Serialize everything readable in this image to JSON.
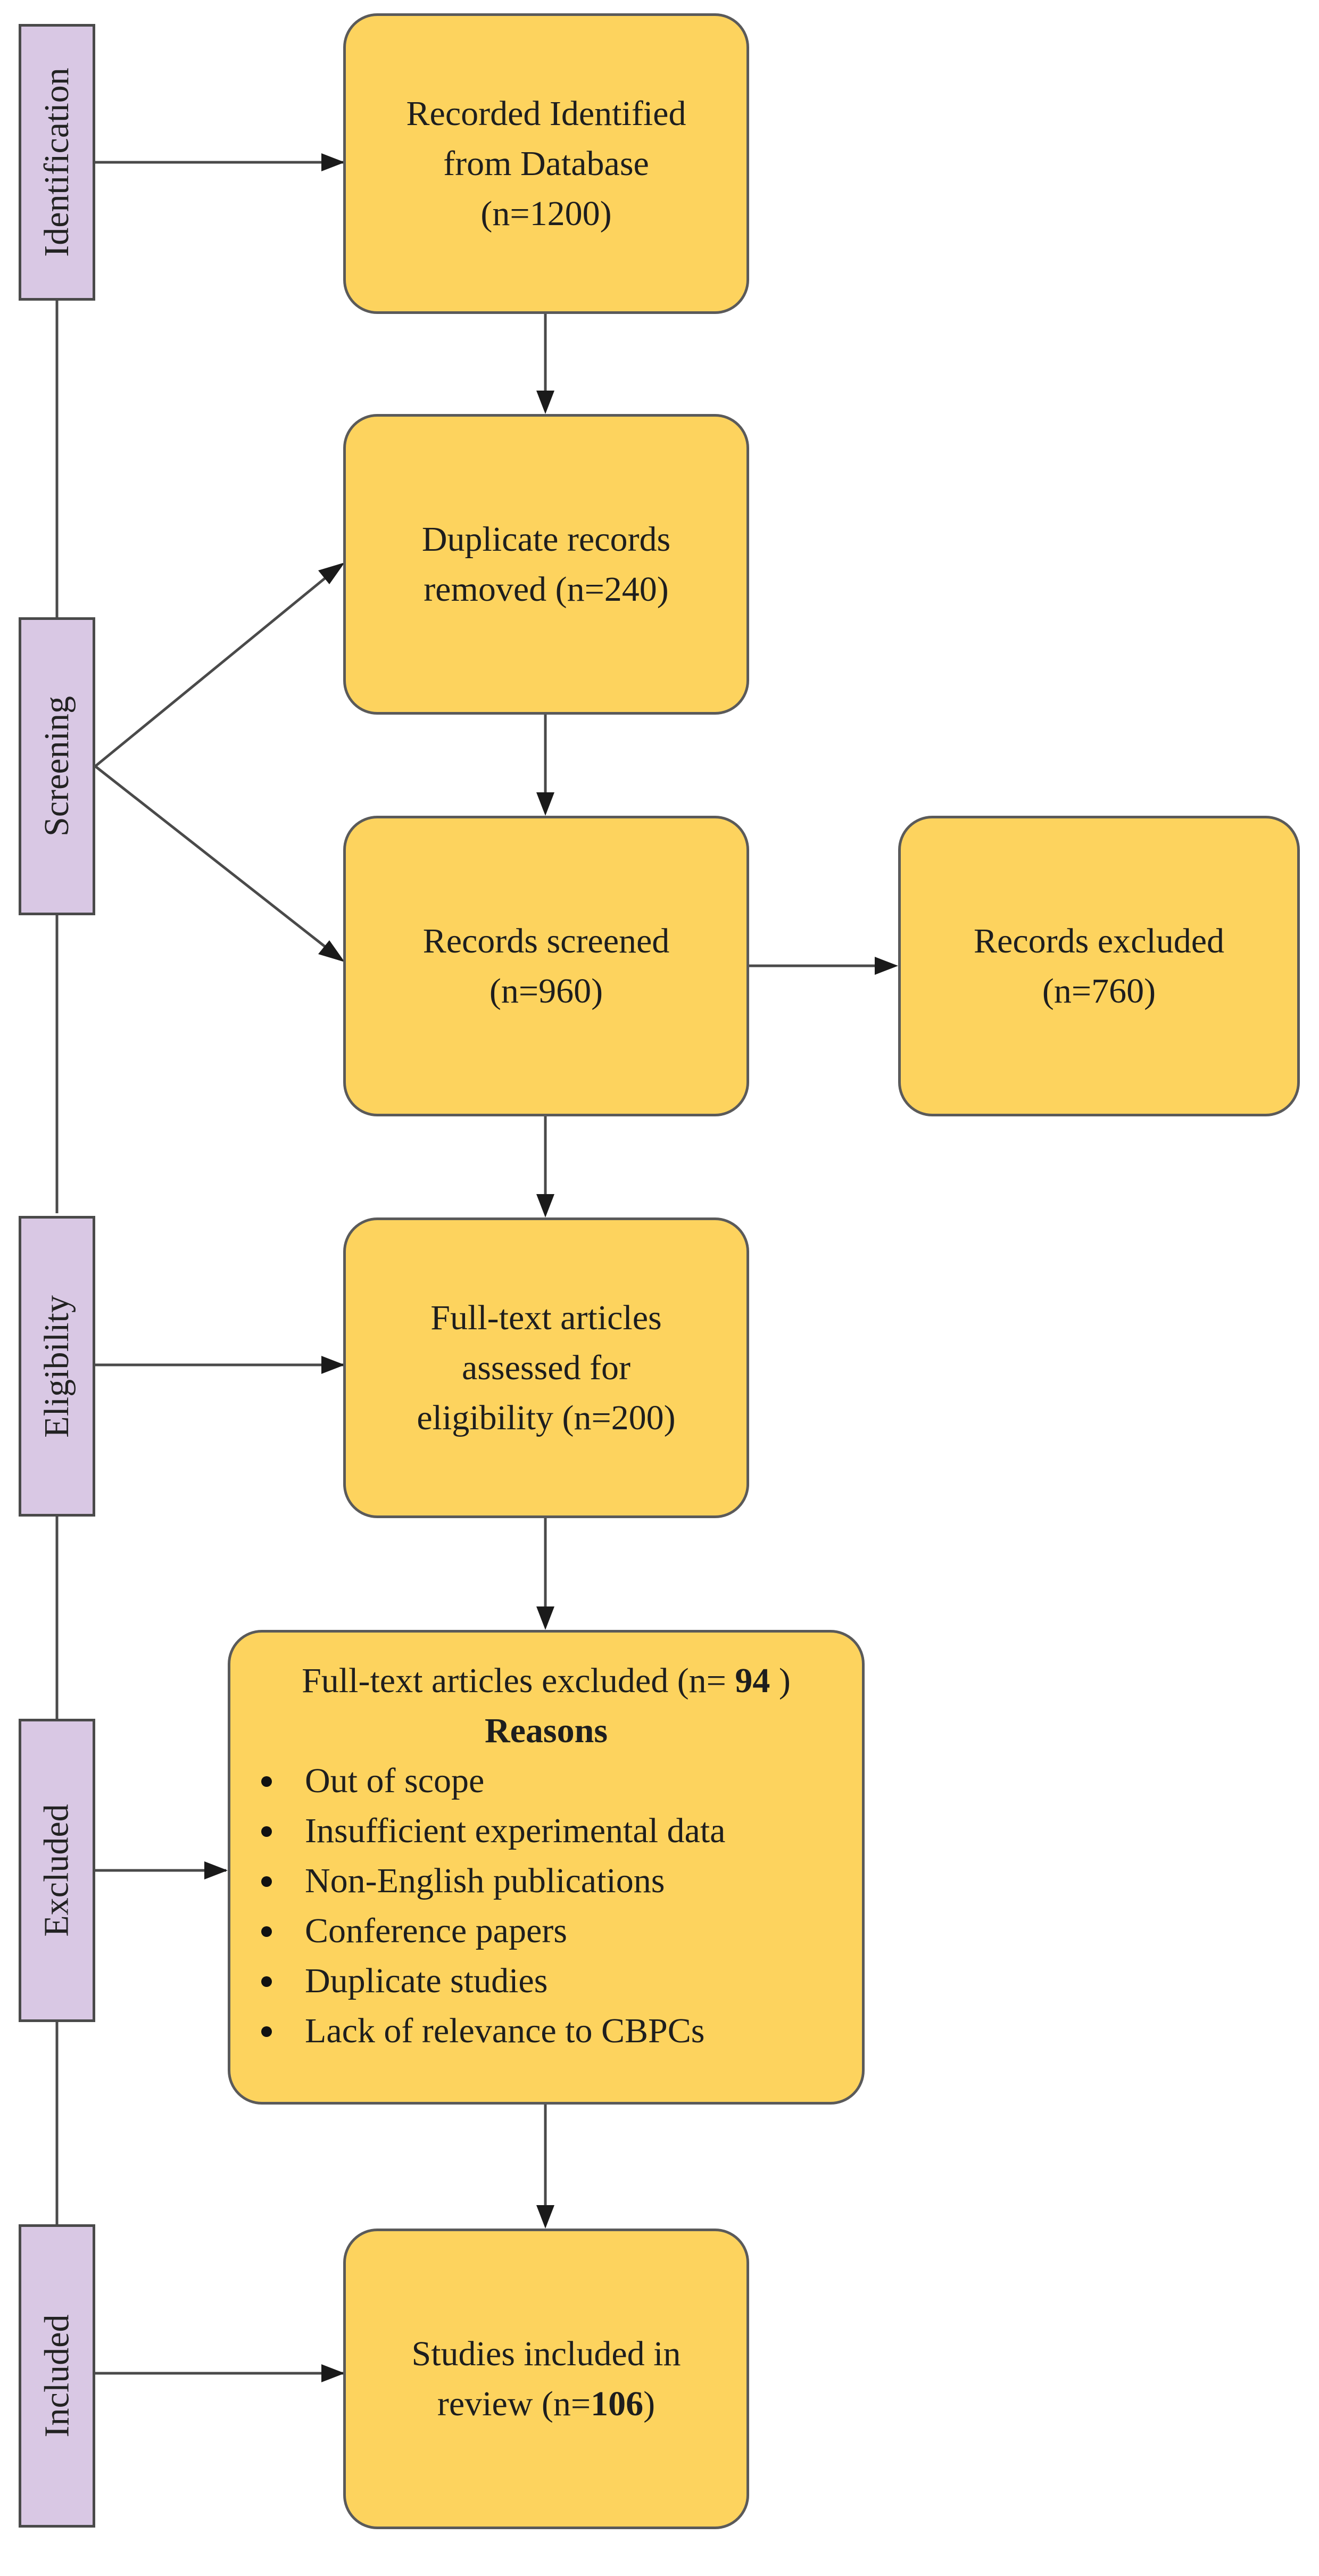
{
  "stages": {
    "identification": "Identification",
    "screening": "Screening",
    "eligibility": "Eligibility",
    "excluded": "Excluded",
    "included": "Included"
  },
  "boxes": {
    "identified": {
      "line1": "Recorded Identified",
      "line2": "from Database",
      "count": "(n=1200)"
    },
    "duplicates": {
      "line1": "Duplicate records",
      "line2": "removed (n=240)"
    },
    "screened": {
      "line1": "Records screened",
      "count": "(n=960)"
    },
    "records_excluded": {
      "line1": "Records excluded",
      "count": "(n=760)"
    },
    "fulltext": {
      "line1": "Full-text articles",
      "line2": "assessed for",
      "line3": "eligibility (n=200)"
    },
    "fulltext_excluded": {
      "title_prefix": "Full-text articles excluded (n= ",
      "title_count": "94",
      "title_suffix": " )",
      "reasons_heading": "Reasons",
      "reasons": [
        "Out of scope",
        "Insufficient experimental data",
        "Non-English publications",
        "Conference papers",
        "Duplicate studies",
        "Lack of relevance to CBPCs"
      ]
    },
    "included": {
      "line1": "Studies included in",
      "line2_prefix": "review (n=",
      "line2_count": "106",
      "line2_suffix": ")"
    }
  },
  "colors": {
    "box_fill": "#fdd35e",
    "stage_fill": "#d9c8e4",
    "line": "#4a4a4a"
  }
}
